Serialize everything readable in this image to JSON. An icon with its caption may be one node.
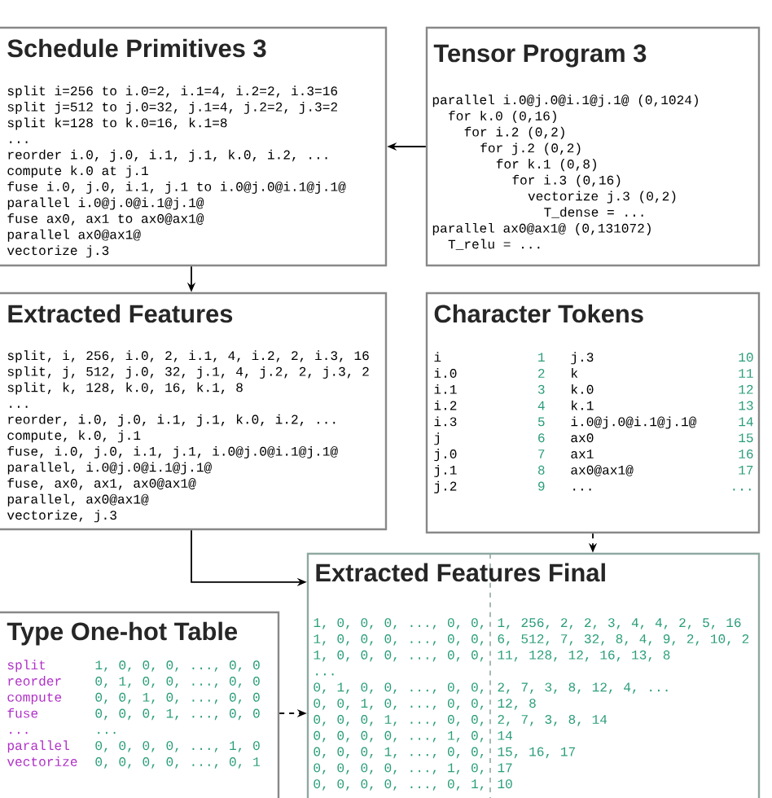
{
  "diagram": {
    "nodes": [
      {
        "text": [
          "Schedule Primitives 3",
          "split i=256 to i.0=2, i.1=4, i.2=2, i.3=16",
          "split j=512 to j.0=32, j.1=4, j.2=2, j.3=2",
          "split k=128 to k.0=16, k.1=8",
          "...",
          "reorder i.0, j.0, i.1, j.1, k.0, i.2, ...",
          "compute k.0 at j.1",
          "fuse i.0, j.0, i.1, j.1 to i.0@j.0@i.1@j.1@",
          "parallel i.0@j.0@i.1@j.1@",
          "fuse ax0, ax1 to ax0@ax1@",
          "parallel ax0@ax1@",
          "vectorize j.3"
        ]
      },
      {
        "text": [
          "Tensor Program 3",
          "parallel i.0@j.0@i.1@j.1@ (0,1024)",
          "for k.0 (0,16)",
          "for i.2 (0,2)",
          "for j.2 (0,2)",
          "for k.1 (0,8)",
          "for i.3 (0,16)",
          "vectorize j.3 (0,2)",
          "T_dense = ...",
          "parallel ax0@ax1@ (0,131072)",
          "T_relu = ..."
        ]
      },
      {
        "text": [
          "Extracted Features",
          "split, i, 256, i.0, 2, i.1, 4, i.2, 2, i.3, 16",
          "split, j, 512, j.0, 32, j.1, 4, j.2, 2, j.3, 2",
          "split, k, 128, k.0, 16, k.1, 8",
          "...",
          "reorder, i.0, j.0, i.1, j.1, k.0, i.2, ...",
          "compute, k.0, j.1",
          "fuse, i.0, j.0, i.1, j.1, i.0@j.0@i.1@j.1@",
          "parallel, i.0@j.0@i.1@j.1@",
          "fuse, ax0, ax1, ax0@ax1@",
          "parallel, ax0@ax1@",
          "vectorize, j.3"
        ]
      },
      {
        "text": [
          "Character Tokens",
          "i",
          "1",
          "j.3",
          "10",
          "i.0",
          "2",
          "k",
          "11",
          "i.1",
          "3",
          "k.0",
          "12",
          "i.2",
          "4",
          "k.1",
          "13",
          "i.3",
          "5",
          "i.0@j.0@i.1@j.1@",
          "14",
          "j",
          "6",
          "ax0",
          "15",
          "j.0",
          "7",
          "ax1",
          "16",
          "j.1",
          "8",
          "ax0@ax1@",
          "17",
          "j.2",
          "9",
          "...",
          "..."
        ]
      },
      {
        "text": [
          "Extracted Features Final",
          "1, 0, 0, 0, ..., 0, 0,",
          "1, 256, 2, 2, 3, 4, 4, 2, 5, 16",
          "1, 0, 0, 0, ..., 0, 0,",
          "6, 512, 7, 32, 8, 4, 9, 2, 10, 2",
          "1, 0, 0, 0, ..., 0, 0,",
          "11, 128, 12, 16, 13, 8",
          "...",
          "0, 1, 0, 0, ..., 0, 0,",
          "2, 7, 3, 8, 12, 4, ...",
          "0, 0, 1, 0, ..., 0, 0,",
          "12, 8",
          "0, 0, 0, 1, ..., 0, 0,",
          "2, 7, 3, 8, 14",
          "0, 0, 0, 0, ..., 1, 0,",
          "14",
          "0, 0, 0, 1, ..., 0, 0,",
          "15, 16, 17",
          "0, 0, 0, 0, ..., 1, 0,",
          "17",
          "0, 0, 0, 0, ..., 0, 1,",
          "10"
        ]
      },
      {
        "text": [
          "Type One-hot Table",
          "split",
          "1, 0, 0, 0, ..., 0, 0",
          "reorder",
          "0, 1, 0, 0, ..., 0, 0",
          "compute",
          "0, 0, 1, 0, ..., 0, 0",
          "fuse",
          "0, 0, 0, 1, ..., 0, 0",
          "...",
          "...",
          "parallel",
          "0, 0, 0, 0, ..., 1, 0",
          "vectorize",
          "0, 0, 0, 0, ..., 0, 1"
        ]
      }
    ],
    "edges": [
      {
        "from": 1,
        "to": 0,
        "arrow": "to"
      },
      {
        "from": 0,
        "to": 2,
        "arrow": "to"
      },
      {
        "from": 2,
        "to": 4,
        "arrow": "to"
      },
      {
        "from": 3,
        "to": 4,
        "arrow": "to",
        "style": "dashed"
      },
      {
        "from": 5,
        "to": 4,
        "arrow": "to",
        "style": "dashed"
      }
    ]
  }
}
